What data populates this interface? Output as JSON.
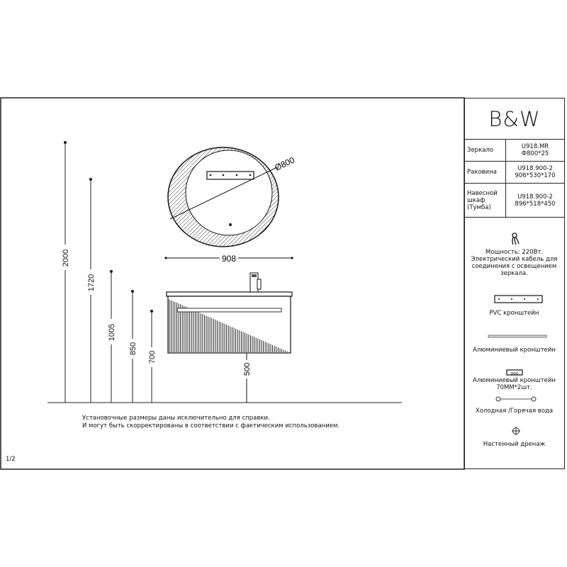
{
  "brand": "B&W",
  "spec_table": [
    {
      "label": "Зеркало",
      "model": "U918.MR",
      "size": "Ф800*25"
    },
    {
      "label": "Раковина",
      "model": "U918.900-2",
      "size": "906*530*170"
    },
    {
      "label": "Навесной шкаф (Тумба)",
      "model": "U918.900-2",
      "size": "896*518*450"
    }
  ],
  "legend": {
    "power_line1": "Мощность: 220Вт.",
    "power_line2": "Электрический кабель для соединения с освещением зеркала.",
    "pvc": "PVC кронштейн",
    "alu": "Алюминиевый кронштейн",
    "alu70_line1": "Алюминиевый кронштейн",
    "alu70_line2": "70ММ*2шт.",
    "water": "Холодная /Горячая вода",
    "drain": "Настенный дренаж"
  },
  "dimensions": {
    "h2000": "2000",
    "h1720": "1720",
    "h1005": "1005",
    "h850": "850",
    "h700": "700",
    "width": "908",
    "diameter": "Ø800",
    "h500": "500"
  },
  "note": {
    "line1": "Установочные размеры даны исключительно для справки.",
    "line2": "И могут быть скорректированы в соответствии с фактическим использованием."
  },
  "page": "1/2"
}
